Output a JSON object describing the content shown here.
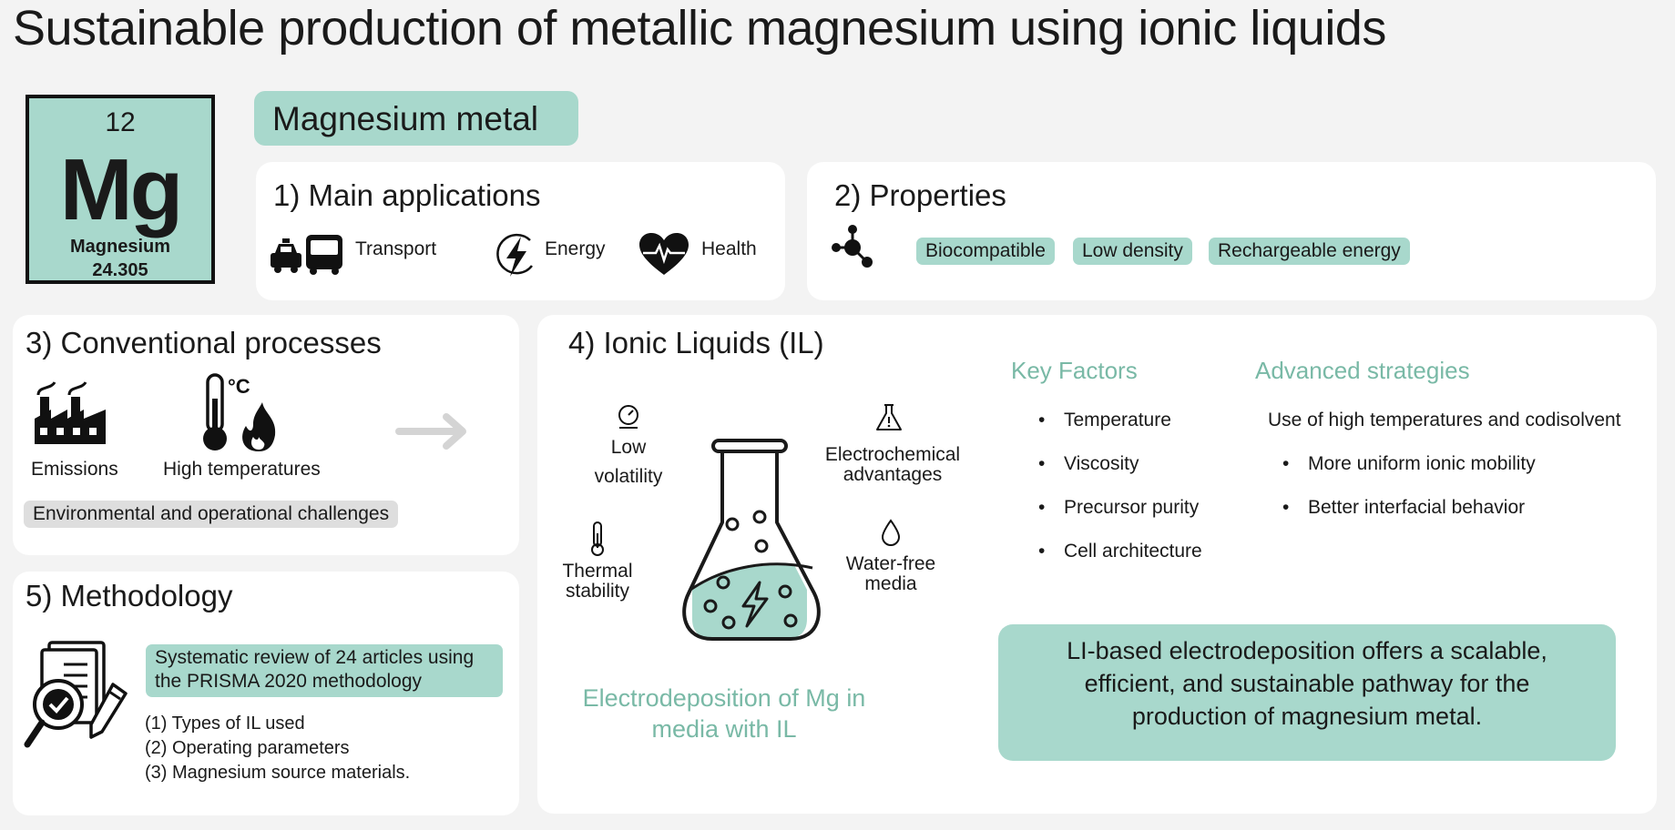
{
  "title": "Sustainable production of metallic magnesium using ionic liquids",
  "element": {
    "number": "12",
    "symbol": "Mg",
    "name": "Magnesium",
    "mass": "24.305"
  },
  "magnesium_metal": "Magnesium metal",
  "applications": {
    "heading": "1) Main applications",
    "items": [
      {
        "label": "Transport",
        "icon": "transport-icon"
      },
      {
        "label": "Energy",
        "icon": "energy-icon"
      },
      {
        "label": "Health",
        "icon": "health-icon"
      }
    ]
  },
  "properties": {
    "heading": "2) Properties",
    "icon": "molecule-icon",
    "chips": [
      "Biocompatible",
      "Low density",
      "Rechargeable energy"
    ]
  },
  "conventional": {
    "heading": "3) Conventional processes",
    "items": [
      {
        "label": "Emissions",
        "icon": "factory-icon"
      },
      {
        "label": "High temperatures",
        "icon": "thermometer-fire-icon"
      }
    ],
    "challenge": "Environmental and operational challenges"
  },
  "ionic": {
    "heading": "4) Ionic Liquids (IL)",
    "low_volatility": [
      "Low",
      "volatility"
    ],
    "electrochemical": [
      "Electrochemical",
      "advantages"
    ],
    "thermal": [
      "Thermal",
      "stability"
    ],
    "water_free": [
      "Water-free",
      "media"
    ],
    "electrodeposition": [
      "Electrodeposition of Mg in",
      "media with IL"
    ],
    "key_factors": {
      "heading": "Key Factors",
      "items": [
        "Temperature",
        "Viscosity",
        "Precursor purity",
        "Cell architecture"
      ]
    },
    "advanced": {
      "heading": "Advanced strategies",
      "intro": "Use of high temperatures and codisolvent",
      "items": [
        "More uniform ionic mobility",
        "Better interfacial behavior"
      ]
    },
    "conclusion": [
      "LI-based electrodeposition offers a scalable,",
      "efficient, and sustainable pathway for the",
      "production of magnesium metal."
    ]
  },
  "methodology": {
    "heading": "5) Methodology",
    "review": [
      "Systematic review of 24 articles using",
      "the PRISMA 2020 methodology"
    ],
    "items": [
      "(1) Types of IL used",
      "(2) Operating parameters",
      "(3) Magnesium source materials."
    ]
  },
  "colors": {
    "mint": "#a8d8cc",
    "teal_text": "#79b9a6",
    "grey_chip": "#dedede",
    "background": "#f3f3f3"
  }
}
